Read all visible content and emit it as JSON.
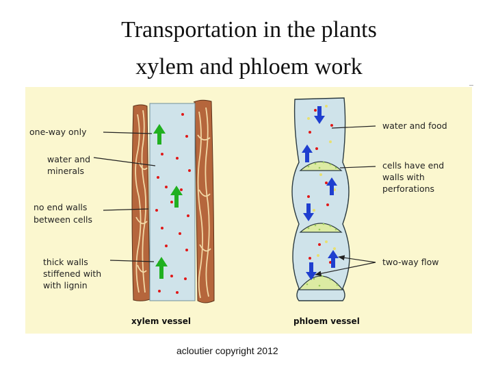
{
  "title": {
    "line1": "Transportation in the plants",
    "line2": "xylem and phloem work"
  },
  "xylem": {
    "caption": "xylem vessel",
    "labels": {
      "one_way_only": "one-way only",
      "water_and": "water and",
      "minerals": "minerals",
      "no_end_walls": "no end walls",
      "between_cells": "between cells",
      "thick_walls": "thick walls",
      "stiffened_with": "stiffened with",
      "with_lignin": "with lignin"
    }
  },
  "phloem": {
    "caption": "phloem vessel",
    "labels": {
      "water_and_food": "water and food",
      "cells_have_end": "cells have end",
      "walls_with": "walls with",
      "perforations": "perforations",
      "two_way_flow": "two-way flow"
    }
  },
  "copyright": "acloutier copyright 2012",
  "colors": {
    "panel_background": "#fbf7cf",
    "vessel_fill": "#cfe3ea",
    "wood_wall": "#b5663c",
    "wood_grain": "#f2d9a6",
    "sieve_plate": "#dceba3",
    "green_arrow": "#20b020",
    "blue_arrow": "#1f3fcf",
    "particle_red": "#e01818",
    "particle_yellow": "#e8e070"
  }
}
